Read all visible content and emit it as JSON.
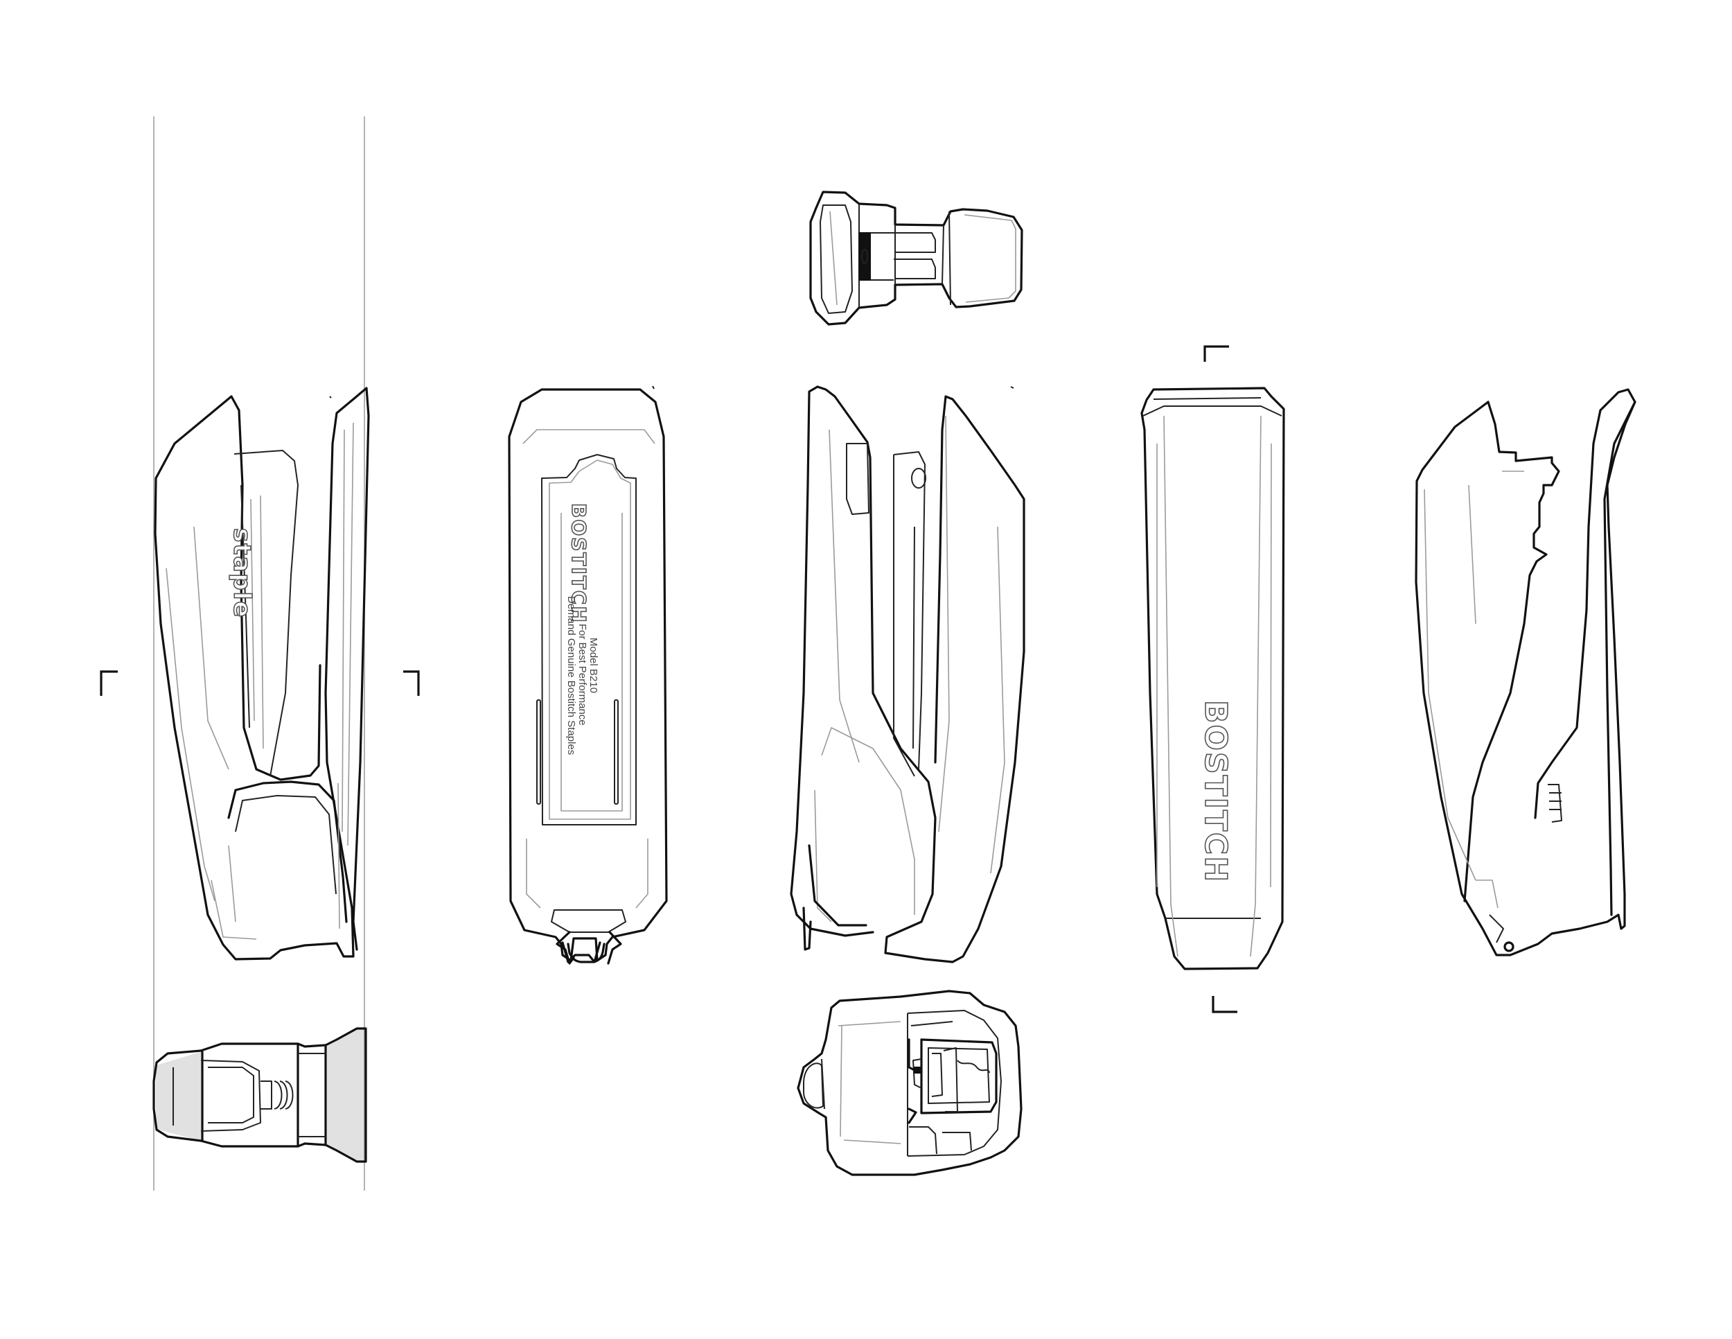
{
  "logo_text": "BOSTITCH",
  "plate": {
    "line1": "Model B210",
    "line2": "For Best Performance",
    "line3": "Demand Genuine Bostitch Staples"
  }
}
